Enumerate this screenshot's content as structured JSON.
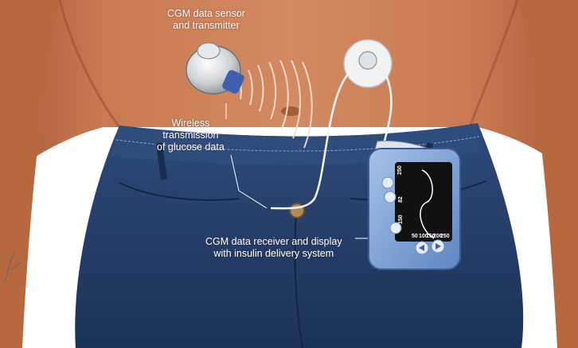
{
  "labels": {
    "sensor": [
      "CGM data sensor",
      "and transmitter"
    ],
    "wireless": [
      "Wireless",
      "transmission",
      "of glucose data"
    ],
    "receiver": [
      "CGM data receiver and display",
      "with insulin delivery system"
    ]
  },
  "screen": {
    "left_values": [
      "250",
      "82",
      "150"
    ],
    "right_ticks": [
      "250",
      "200",
      "150",
      "100",
      "50"
    ]
  },
  "colors": {
    "skin": "#c97a52",
    "skin_shadow": "#a95c38",
    "denim": "#26406a",
    "denim_dark": "#1a2d4f",
    "pump_body": "#7fa3d6",
    "pump_screen": "#111111",
    "sensor_button": "#3f5fb0"
  },
  "icons": {
    "arrow_left": "left-arrow-icon",
    "arrow_right": "right-arrow-icon"
  }
}
